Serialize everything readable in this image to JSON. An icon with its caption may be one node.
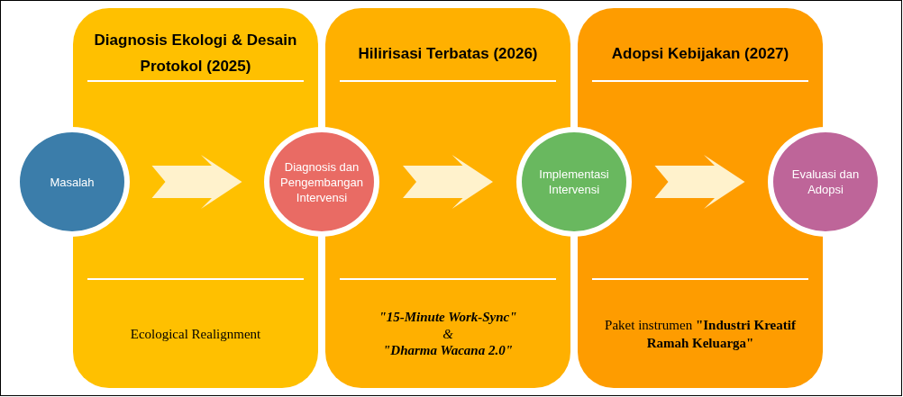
{
  "diagram": {
    "nodes": [
      {
        "text": [
          "Diagnosis Ekologi & Desain Protokol (2025)",
          "Ecological Realignment"
        ]
      },
      {
        "text": [
          "Hilirisasi Terbatas (2026)",
          "**\"15-Minute Work-Sync\"** & **\"Dharma Wacana 2.0\"**"
        ]
      },
      {
        "text": [
          "Adopsi Kebijakan (2027)",
          "Paket instrumen **\"Industri Kreatif Ramah Keluarga\"**"
        ]
      },
      {
        "text": [
          "Masalah"
        ]
      },
      {
        "text": [
          "Diagnosis dan Pengembangan Intervensi"
        ]
      },
      {
        "text": [
          "Implementasi Intervensi"
        ]
      },
      {
        "text": [
          "Evaluasi dan Adopsi"
        ]
      }
    ],
    "edges": [
      {
        "from": 3,
        "to": 4,
        "arrow": "to"
      },
      {
        "from": 4,
        "to": 5,
        "arrow": "to"
      },
      {
        "from": 5,
        "to": 6,
        "arrow": "to"
      }
    ]
  }
}
